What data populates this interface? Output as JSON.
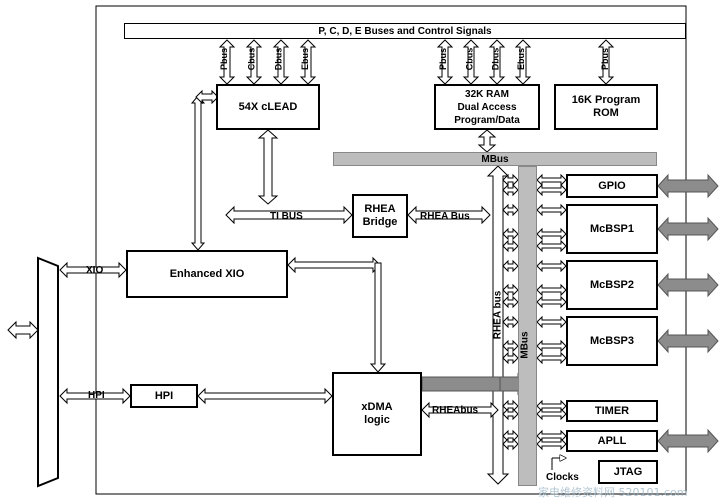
{
  "top_bus_label": "P, C, D, E Buses and Control Signals",
  "blocks": {
    "clead": "54X cLEAD",
    "ram": "32K RAM\nDual Access\nProgram/Data",
    "rom": "16K Program\nROM",
    "rhea_bridge": "RHEA\nBridge",
    "enhanced_xio": "Enhanced XIO",
    "hpi": "HPI",
    "xdma": "xDMA\nlogic",
    "gpio": "GPIO",
    "mcbsp1": "McBSP1",
    "mcbsp2": "McBSP2",
    "mcbsp3": "McBSP3",
    "timer": "TIMER",
    "apll": "APLL",
    "jtag": "JTAG"
  },
  "bus_labels": {
    "clead_buses": [
      "Pbus",
      "Cbus",
      "Dbus",
      "Ebus"
    ],
    "ram_buses": [
      "Pbus",
      "Cbus",
      "Dbus",
      "Ebus"
    ],
    "rom_bus": "Pbus",
    "mbus_h": "MBus",
    "ti_bus": "TI BUS",
    "rhea_bus": "RHEA Bus",
    "rhea_bus_v": "RHEA bus",
    "mbus_v": "MBus",
    "xio": "XIO",
    "hpi": "HPI",
    "rheabus_xdma": "RHEAbus",
    "clocks": "Clocks"
  },
  "watermark": "家电维修资料网 520101.com",
  "colors": {
    "bus_gray": "#bdbdbd",
    "line": "#000000"
  }
}
